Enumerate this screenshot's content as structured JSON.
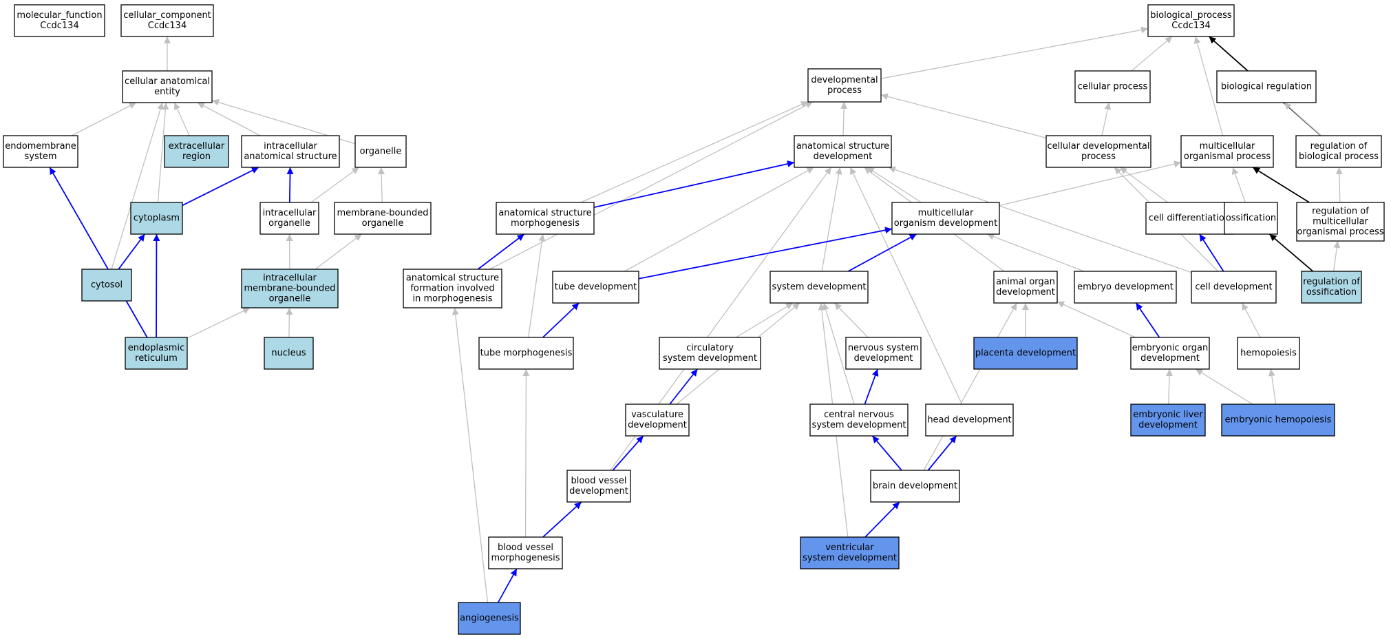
{
  "colors": {
    "white": "#ffffff",
    "lightblue": "#add8e6",
    "cornflower": "#6495ed",
    "edge_gray": "#c0c0c0",
    "edge_blue": "#0000ff",
    "edge_black": "#000000",
    "border": "#000000"
  },
  "nodes": [
    {
      "id": "mf",
      "lines": [
        "molecular_function",
        "Ccdc134"
      ],
      "fill": "white"
    },
    {
      "id": "cc",
      "lines": [
        "cellular_component",
        "Ccdc134"
      ],
      "fill": "white"
    },
    {
      "id": "bp",
      "lines": [
        "biological_process",
        "Ccdc134"
      ],
      "fill": "white"
    },
    {
      "id": "cae",
      "lines": [
        "cellular anatomical",
        "entity"
      ],
      "fill": "white"
    },
    {
      "id": "endo",
      "lines": [
        "endomembrane",
        "system"
      ],
      "fill": "white"
    },
    {
      "id": "extra",
      "lines": [
        "extracellular",
        "region"
      ],
      "fill": "lightblue"
    },
    {
      "id": "ias",
      "lines": [
        "intracellular",
        "anatomical structure"
      ],
      "fill": "white"
    },
    {
      "id": "organelle",
      "lines": [
        "organelle"
      ],
      "fill": "white"
    },
    {
      "id": "cytoplasm",
      "lines": [
        "cytoplasm"
      ],
      "fill": "lightblue"
    },
    {
      "id": "io",
      "lines": [
        "intracellular",
        "organelle"
      ],
      "fill": "white"
    },
    {
      "id": "mbo",
      "lines": [
        "membrane-bounded",
        "organelle"
      ],
      "fill": "white"
    },
    {
      "id": "cytosol",
      "lines": [
        "cytosol"
      ],
      "fill": "lightblue"
    },
    {
      "id": "imbo",
      "lines": [
        "intracellular",
        "membrane-bounded",
        "organelle"
      ],
      "fill": "lightblue"
    },
    {
      "id": "er",
      "lines": [
        "endoplasmic",
        "reticulum"
      ],
      "fill": "lightblue"
    },
    {
      "id": "nucleus",
      "lines": [
        "nucleus"
      ],
      "fill": "lightblue"
    },
    {
      "id": "devproc",
      "lines": [
        "developmental",
        "process"
      ],
      "fill": "white"
    },
    {
      "id": "asd",
      "lines": [
        "anatomical structure",
        "development"
      ],
      "fill": "white"
    },
    {
      "id": "asm",
      "lines": [
        "anatomical structure",
        "morphogenesis"
      ],
      "fill": "white"
    },
    {
      "id": "asf",
      "lines": [
        "anatomical structure",
        "formation involved",
        "in morphogenesis"
      ],
      "fill": "white"
    },
    {
      "id": "tubedev",
      "lines": [
        "tube development"
      ],
      "fill": "white"
    },
    {
      "id": "tubemorph",
      "lines": [
        "tube morphogenesis"
      ],
      "fill": "white"
    },
    {
      "id": "mod",
      "lines": [
        "multicellular",
        "organism development"
      ],
      "fill": "white"
    },
    {
      "id": "sysdev",
      "lines": [
        "system development"
      ],
      "fill": "white"
    },
    {
      "id": "circ",
      "lines": [
        "circulatory",
        "system development"
      ],
      "fill": "white"
    },
    {
      "id": "nsd",
      "lines": [
        "nervous system",
        "development"
      ],
      "fill": "white"
    },
    {
      "id": "vasc",
      "lines": [
        "vasculature",
        "development"
      ],
      "fill": "white"
    },
    {
      "id": "cnsd",
      "lines": [
        "central nervous",
        "system development"
      ],
      "fill": "white"
    },
    {
      "id": "headdev",
      "lines": [
        "head development"
      ],
      "fill": "white"
    },
    {
      "id": "bvd",
      "lines": [
        "blood vessel",
        "development"
      ],
      "fill": "white"
    },
    {
      "id": "braindev",
      "lines": [
        "brain development"
      ],
      "fill": "white"
    },
    {
      "id": "bvm",
      "lines": [
        "blood vessel",
        "morphogenesis"
      ],
      "fill": "white"
    },
    {
      "id": "ventsys",
      "lines": [
        "ventricular",
        "system development"
      ],
      "fill": "cornflower"
    },
    {
      "id": "angio",
      "lines": [
        "angiogenesis"
      ],
      "fill": "cornflower"
    },
    {
      "id": "cellproc",
      "lines": [
        "cellular process"
      ],
      "fill": "white"
    },
    {
      "id": "bioreg",
      "lines": [
        "biological regulation"
      ],
      "fill": "white"
    },
    {
      "id": "celldevproc",
      "lines": [
        "cellular developmental",
        "process"
      ],
      "fill": "white"
    },
    {
      "id": "mop",
      "lines": [
        "multicellular",
        "organismal process"
      ],
      "fill": "white"
    },
    {
      "id": "regbio",
      "lines": [
        "regulation of",
        "biological process"
      ],
      "fill": "white"
    },
    {
      "id": "celldiff",
      "lines": [
        "cell differentiation"
      ],
      "fill": "white"
    },
    {
      "id": "ossif",
      "lines": [
        "ossification"
      ],
      "fill": "white"
    },
    {
      "id": "regmop",
      "lines": [
        "regulation of",
        "multicellular",
        "organismal process"
      ],
      "fill": "white"
    },
    {
      "id": "aod",
      "lines": [
        "animal organ",
        "development"
      ],
      "fill": "white"
    },
    {
      "id": "embdev",
      "lines": [
        "embryo development"
      ],
      "fill": "white"
    },
    {
      "id": "celldev",
      "lines": [
        "cell development"
      ],
      "fill": "white"
    },
    {
      "id": "regossif",
      "lines": [
        "regulation of",
        "ossification"
      ],
      "fill": "lightblue"
    },
    {
      "id": "placenta",
      "lines": [
        "placenta development"
      ],
      "fill": "cornflower"
    },
    {
      "id": "eod",
      "lines": [
        "embryonic organ",
        "development"
      ],
      "fill": "white"
    },
    {
      "id": "hemo",
      "lines": [
        "hemopoiesis"
      ],
      "fill": "white"
    },
    {
      "id": "eld",
      "lines": [
        "embryonic liver",
        "development"
      ],
      "fill": "cornflower"
    },
    {
      "id": "ehemo",
      "lines": [
        "embryonic hemopoiesis"
      ],
      "fill": "cornflower"
    }
  ],
  "edges": [
    [
      "cae",
      "cc",
      "gray"
    ],
    [
      "endo",
      "cae",
      "gray"
    ],
    [
      "extra",
      "cae",
      "gray"
    ],
    [
      "ias",
      "cae",
      "gray"
    ],
    [
      "organelle",
      "cae",
      "gray"
    ],
    [
      "cytoplasm",
      "cae",
      "gray"
    ],
    [
      "cytosol",
      "cae",
      "gray"
    ],
    [
      "cytoplasm",
      "ias",
      "blue"
    ],
    [
      "io",
      "ias",
      "blue"
    ],
    [
      "io",
      "organelle",
      "gray"
    ],
    [
      "mbo",
      "organelle",
      "gray"
    ],
    [
      "imbo",
      "io",
      "gray"
    ],
    [
      "imbo",
      "mbo",
      "gray"
    ],
    [
      "cytosol",
      "cytoplasm",
      "blue"
    ],
    [
      "er",
      "cytoplasm",
      "blue"
    ],
    [
      "er",
      "endo",
      "blue"
    ],
    [
      "er",
      "imbo",
      "gray"
    ],
    [
      "nucleus",
      "imbo",
      "gray"
    ],
    [
      "devproc",
      "bp",
      "gray"
    ],
    [
      "cellproc",
      "bp",
      "gray"
    ],
    [
      "bioreg",
      "bp",
      "gray"
    ],
    [
      "mop",
      "bp",
      "gray"
    ],
    [
      "regbio",
      "bp",
      "black"
    ],
    [
      "asd",
      "devproc",
      "gray"
    ],
    [
      "asm",
      "devproc",
      "gray"
    ],
    [
      "asf",
      "devproc",
      "gray"
    ],
    [
      "celldevproc",
      "devproc",
      "gray"
    ],
    [
      "celldevproc",
      "cellproc",
      "gray"
    ],
    [
      "regbio",
      "bioreg",
      "gray"
    ],
    [
      "asm",
      "asd",
      "blue"
    ],
    [
      "tubedev",
      "asd",
      "gray"
    ],
    [
      "mod",
      "asd",
      "gray"
    ],
    [
      "sysdev",
      "asd",
      "gray"
    ],
    [
      "bvd",
      "asd",
      "gray"
    ],
    [
      "headdev",
      "asd",
      "gray"
    ],
    [
      "aod",
      "asd",
      "gray"
    ],
    [
      "celldev",
      "asd",
      "gray"
    ],
    [
      "mod",
      "mop",
      "gray"
    ],
    [
      "ossif",
      "mop",
      "gray"
    ],
    [
      "regmop",
      "mop",
      "black"
    ],
    [
      "regmop",
      "regbio",
      "gray"
    ],
    [
      "celldiff",
      "celldevproc",
      "gray"
    ],
    [
      "celldev",
      "celldevproc",
      "gray"
    ],
    [
      "regossif",
      "ossif",
      "black"
    ],
    [
      "regossif",
      "regmop",
      "gray"
    ],
    [
      "asf",
      "asm",
      "blue"
    ],
    [
      "tubemorph",
      "asm",
      "gray"
    ],
    [
      "tubedev",
      "mod",
      "blue"
    ],
    [
      "sysdev",
      "mod",
      "blue"
    ],
    [
      "embdev",
      "mod",
      "gray"
    ],
    [
      "celldev",
      "celldiff",
      "blue"
    ],
    [
      "tubemorph",
      "tubedev",
      "blue"
    ],
    [
      "circ",
      "sysdev",
      "gray"
    ],
    [
      "nsd",
      "sysdev",
      "gray"
    ],
    [
      "vasc",
      "sysdev",
      "gray"
    ],
    [
      "cnsd",
      "sysdev",
      "gray"
    ],
    [
      "ventsys",
      "sysdev",
      "gray"
    ],
    [
      "placenta",
      "aod",
      "gray"
    ],
    [
      "eod",
      "aod",
      "gray"
    ],
    [
      "braindev",
      "aod",
      "gray"
    ],
    [
      "eod",
      "embdev",
      "blue"
    ],
    [
      "hemo",
      "celldev",
      "gray"
    ],
    [
      "vasc",
      "circ",
      "blue"
    ],
    [
      "cnsd",
      "nsd",
      "blue"
    ],
    [
      "bvd",
      "vasc",
      "blue"
    ],
    [
      "braindev",
      "cnsd",
      "blue"
    ],
    [
      "braindev",
      "headdev",
      "blue"
    ],
    [
      "bvm",
      "tubemorph",
      "gray"
    ],
    [
      "bvm",
      "bvd",
      "blue"
    ],
    [
      "ventsys",
      "braindev",
      "blue"
    ],
    [
      "angio",
      "bvm",
      "blue"
    ],
    [
      "angio",
      "asf",
      "gray"
    ],
    [
      "eld",
      "eod",
      "gray"
    ],
    [
      "ehemo",
      "eod",
      "gray"
    ],
    [
      "ehemo",
      "hemo",
      "gray"
    ]
  ]
}
